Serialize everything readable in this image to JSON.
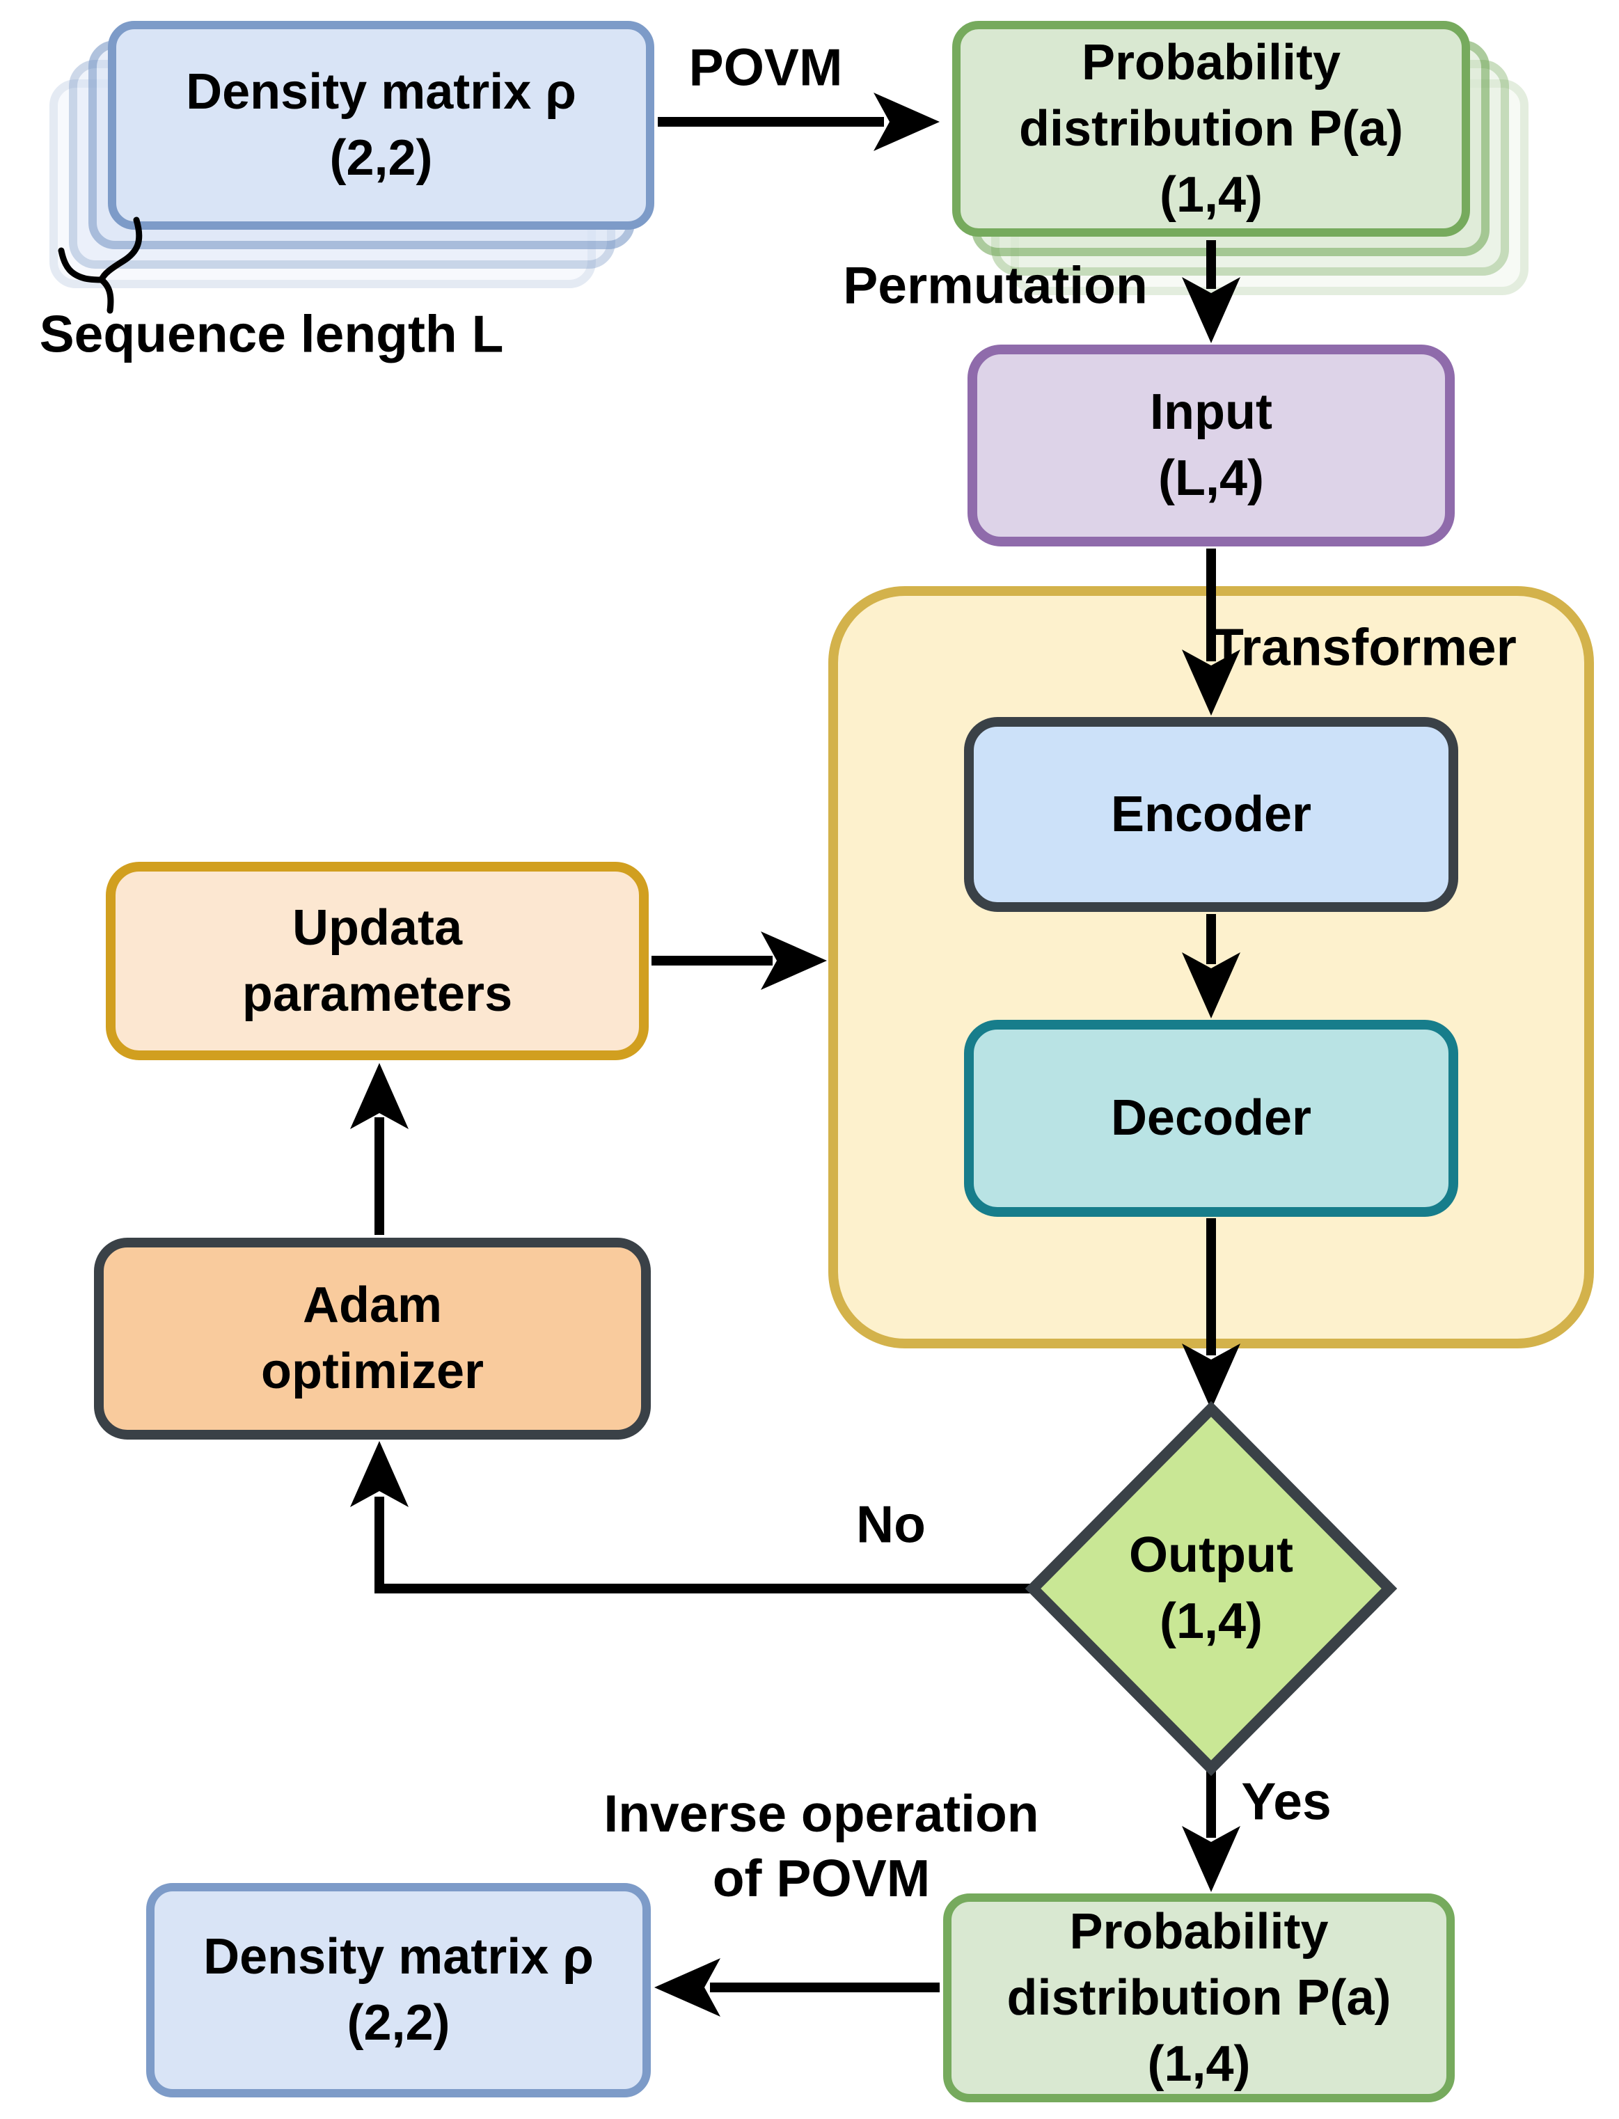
{
  "diagram": {
    "title": "POVM transformer quantum state tomography training loop flowchart",
    "nodes": {
      "density_top": {
        "label": "Density matrix ρ\n(2,2)",
        "shape": "stacked-rounded-rect",
        "color_fill": "#d9e4f6",
        "color_border": "#7d9bc8"
      },
      "prob_top": {
        "label": "Probability\ndistribution P(a)\n(1,4)",
        "shape": "stacked-rounded-rect",
        "color_fill": "#d9e8d1",
        "color_border": "#76aa5d"
      },
      "input": {
        "label": "Input\n(L,4)",
        "shape": "rounded-rect",
        "color_fill": "#ddd3e8",
        "color_border": "#8f6bab"
      },
      "transformer": {
        "label": "Transformer",
        "shape": "rounded-container",
        "color_fill": "#fdf1cd",
        "color_border": "#d3b24b"
      },
      "encoder": {
        "label": "Encoder",
        "shape": "rounded-rect",
        "color_fill": "#cce1f9",
        "color_border": "#3a4147"
      },
      "decoder": {
        "label": "Decoder",
        "shape": "rounded-rect",
        "color_fill": "#b9e3e4",
        "color_border": "#177d8b"
      },
      "update_params": {
        "label": "Updata\nparameters",
        "shape": "rounded-rect",
        "color_fill": "#fce7d1",
        "color_border": "#d19f1f"
      },
      "adam": {
        "label": "Adam\noptimizer",
        "shape": "rounded-rect",
        "color_fill": "#f9cb9d",
        "color_border": "#3a4147"
      },
      "output_check": {
        "label": "Output\n(1,4)",
        "shape": "diamond",
        "color_fill": "#c9e795",
        "color_border": "#3a4147"
      },
      "prob_bottom": {
        "label": "Probability\ndistribution P(a)\n(1,4)",
        "shape": "rounded-rect",
        "color_fill": "#d9e8d1",
        "color_border": "#76aa5d"
      },
      "density_bottom": {
        "label": "Density matrix ρ\n(2,2)",
        "shape": "rounded-rect",
        "color_fill": "#d9e4f6",
        "color_border": "#7d9bc8"
      }
    },
    "edge_labels": {
      "povm": "POVM",
      "permutation": "Permutation",
      "sequence_length": "Sequence length L",
      "no": "No",
      "yes": "Yes",
      "inverse": "Inverse operation\nof POVM"
    },
    "colors": {
      "blueFill": "#d9e4f6",
      "blueBorder": "#7d9bc8",
      "greenFill": "#d9e8d1",
      "greenBorder": "#76aa5d",
      "purpleFill": "#ddd3e8",
      "purpleBorder": "#8f6bab",
      "yellowFill": "#fdf1cd",
      "goldBorder": "#d3b24b",
      "encoderFill": "#cce1f9",
      "darkBorder": "#3a4147",
      "decoderFill": "#b9e3e4",
      "tealBorder": "#177d8b",
      "updateFill": "#fce7d1",
      "amberBorder": "#d19f1f",
      "adamFill": "#f9cb9d",
      "diamondFill": "#c9e795",
      "ink": "#000000"
    }
  }
}
